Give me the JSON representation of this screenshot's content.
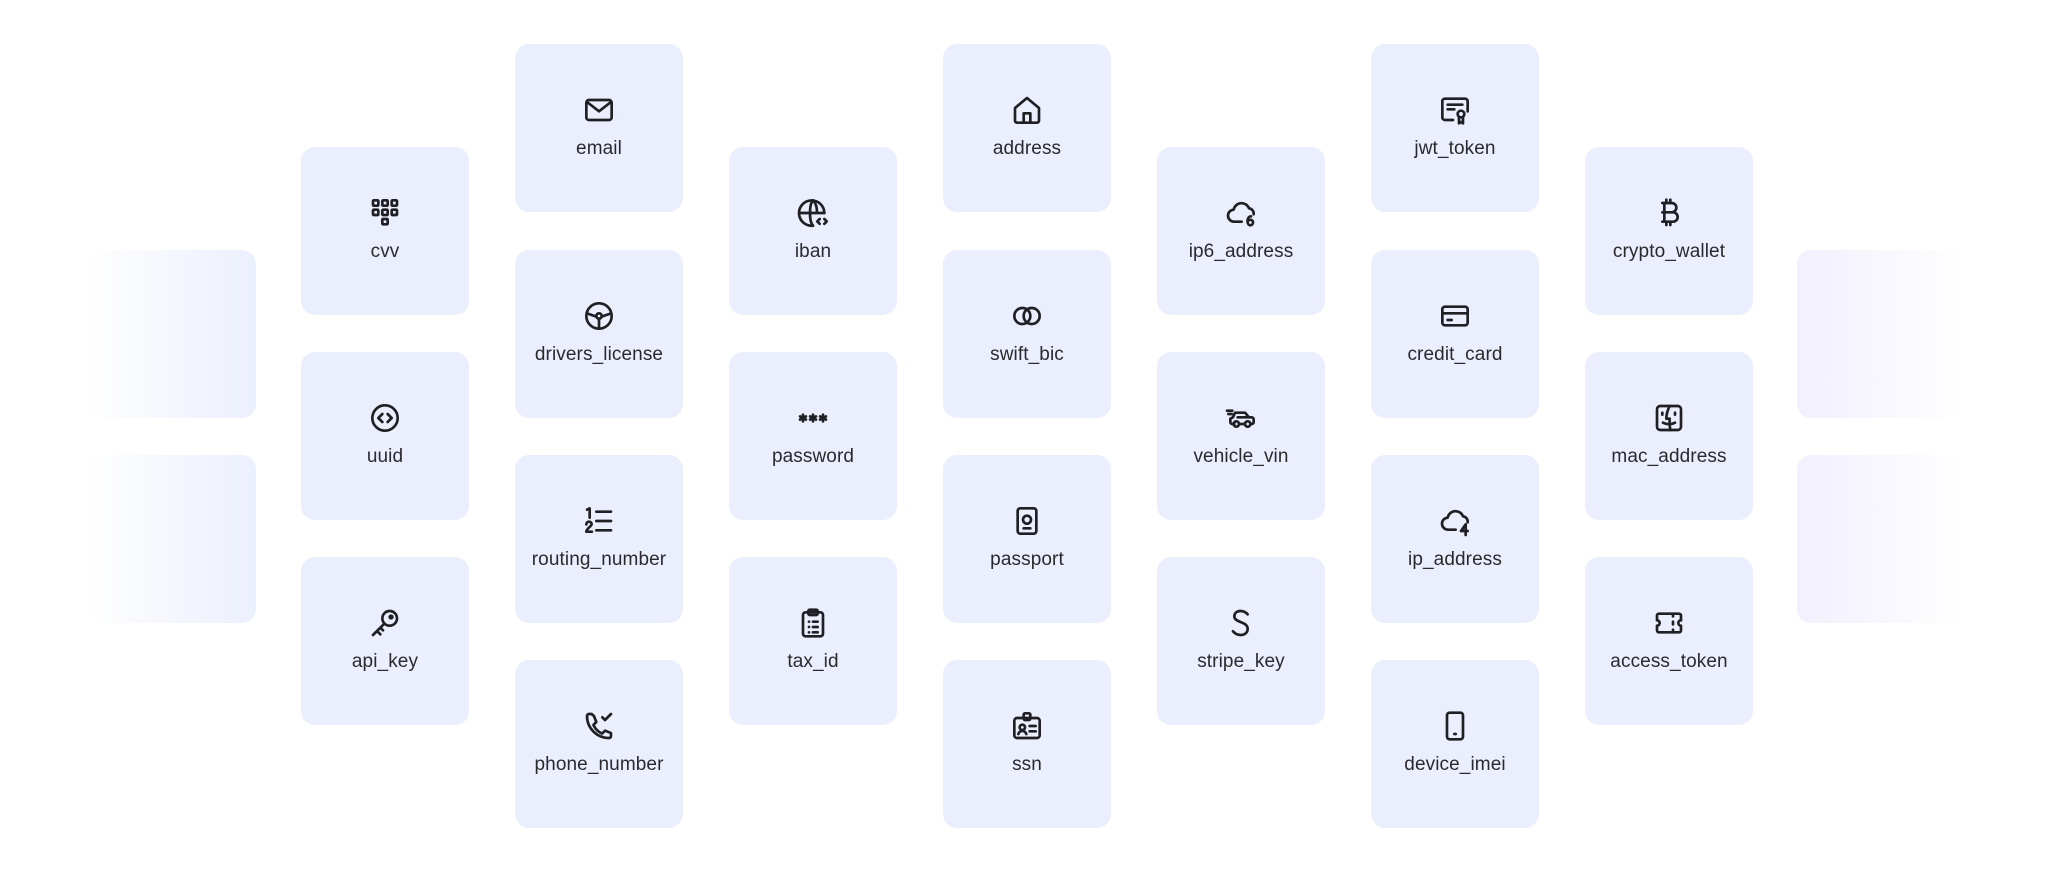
{
  "tiles": [
    {
      "label": "email",
      "icon": "mail-icon"
    },
    {
      "label": "address",
      "icon": "home-icon"
    },
    {
      "label": "jwt_token",
      "icon": "certificate-icon"
    },
    {
      "label": "cvv",
      "icon": "keypad-icon"
    },
    {
      "label": "iban",
      "icon": "globe-code-icon"
    },
    {
      "label": "ip6_address",
      "icon": "cloud-six-icon"
    },
    {
      "label": "crypto_wallet",
      "icon": "bitcoin-icon"
    },
    {
      "label": "drivers_license",
      "icon": "steering-wheel-icon"
    },
    {
      "label": "swift_bic",
      "icon": "linked-rings-icon"
    },
    {
      "label": "credit_card",
      "icon": "credit-card-icon"
    },
    {
      "label": "uuid",
      "icon": "code-circle-icon"
    },
    {
      "label": "password",
      "icon": "asterisks-icon"
    },
    {
      "label": "vehicle_vin",
      "icon": "car-icon"
    },
    {
      "label": "mac_address",
      "icon": "finder-icon"
    },
    {
      "label": "routing_number",
      "icon": "numbered-list-icon"
    },
    {
      "label": "passport",
      "icon": "passport-icon"
    },
    {
      "label": "ip_address",
      "icon": "cloud-four-icon"
    },
    {
      "label": "api_key",
      "icon": "key-icon"
    },
    {
      "label": "tax_id",
      "icon": "clipboard-list-icon"
    },
    {
      "label": "stripe_key",
      "icon": "stripe-s-icon"
    },
    {
      "label": "access_token",
      "icon": "ticket-icon"
    },
    {
      "label": "phone_number",
      "icon": "phone-check-icon"
    },
    {
      "label": "ssn",
      "icon": "id-badge-icon"
    },
    {
      "label": "device_imei",
      "icon": "smartphone-icon"
    }
  ],
  "colors": {
    "tile_background": "#ebeffd",
    "label_text": "#2a2a2e",
    "icon_stroke": "#1f1f24"
  }
}
